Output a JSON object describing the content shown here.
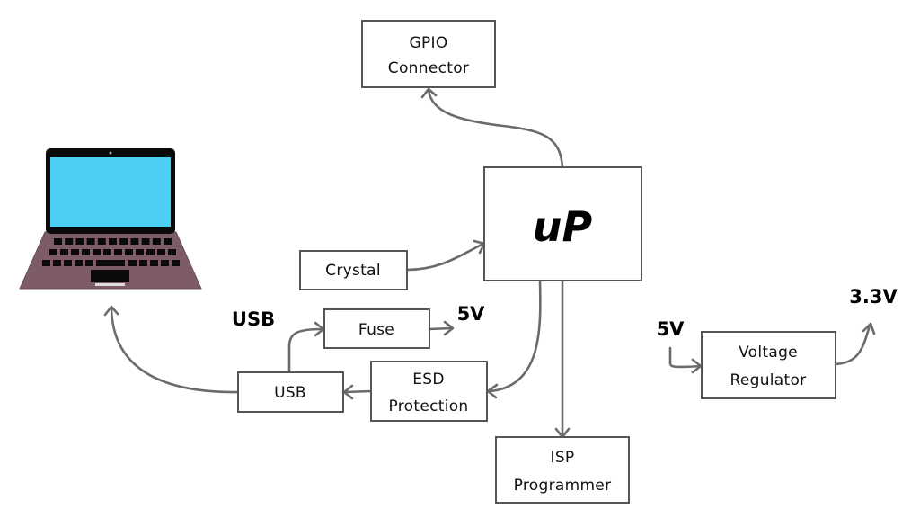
{
  "diagram": {
    "title": "USB microcontroller board block diagram",
    "background": "#ffffff",
    "line_color": "#6b6b6b",
    "laptop": {
      "icon": "laptop-icon",
      "screen_color": "#4ccff5",
      "bezel_color": "#0a0a0a",
      "body_color": "#7d5b68"
    },
    "blocks": {
      "gpio": [
        "GPIO",
        "Connector"
      ],
      "up": [
        "uP"
      ],
      "crystal": [
        "Crystal"
      ],
      "fuse": [
        "Fuse"
      ],
      "usb": [
        "USB"
      ],
      "esd": [
        "ESD",
        "Protection"
      ],
      "isp": [
        "ISP",
        "Programmer"
      ],
      "regulator": [
        "Voltage",
        "Regulator"
      ]
    },
    "labels": {
      "usb_label": "USB",
      "fuse_out": "5V",
      "reg_in": "5V",
      "reg_out": "3.3V"
    },
    "connections": [
      {
        "from": "uP",
        "to": "GPIO Connector"
      },
      {
        "from": "Crystal",
        "to": "uP"
      },
      {
        "from": "uP",
        "to": "ESD Protection"
      },
      {
        "from": "uP",
        "to": "ISP Programmer"
      },
      {
        "from": "ESD Protection",
        "to": "USB"
      },
      {
        "from": "USB",
        "to": "Fuse"
      },
      {
        "from": "Fuse",
        "to": "5V"
      },
      {
        "from": "USB",
        "to": "Laptop"
      },
      {
        "from": "5V",
        "to": "Voltage Regulator"
      },
      {
        "from": "Voltage Regulator",
        "to": "3.3V"
      }
    ]
  }
}
